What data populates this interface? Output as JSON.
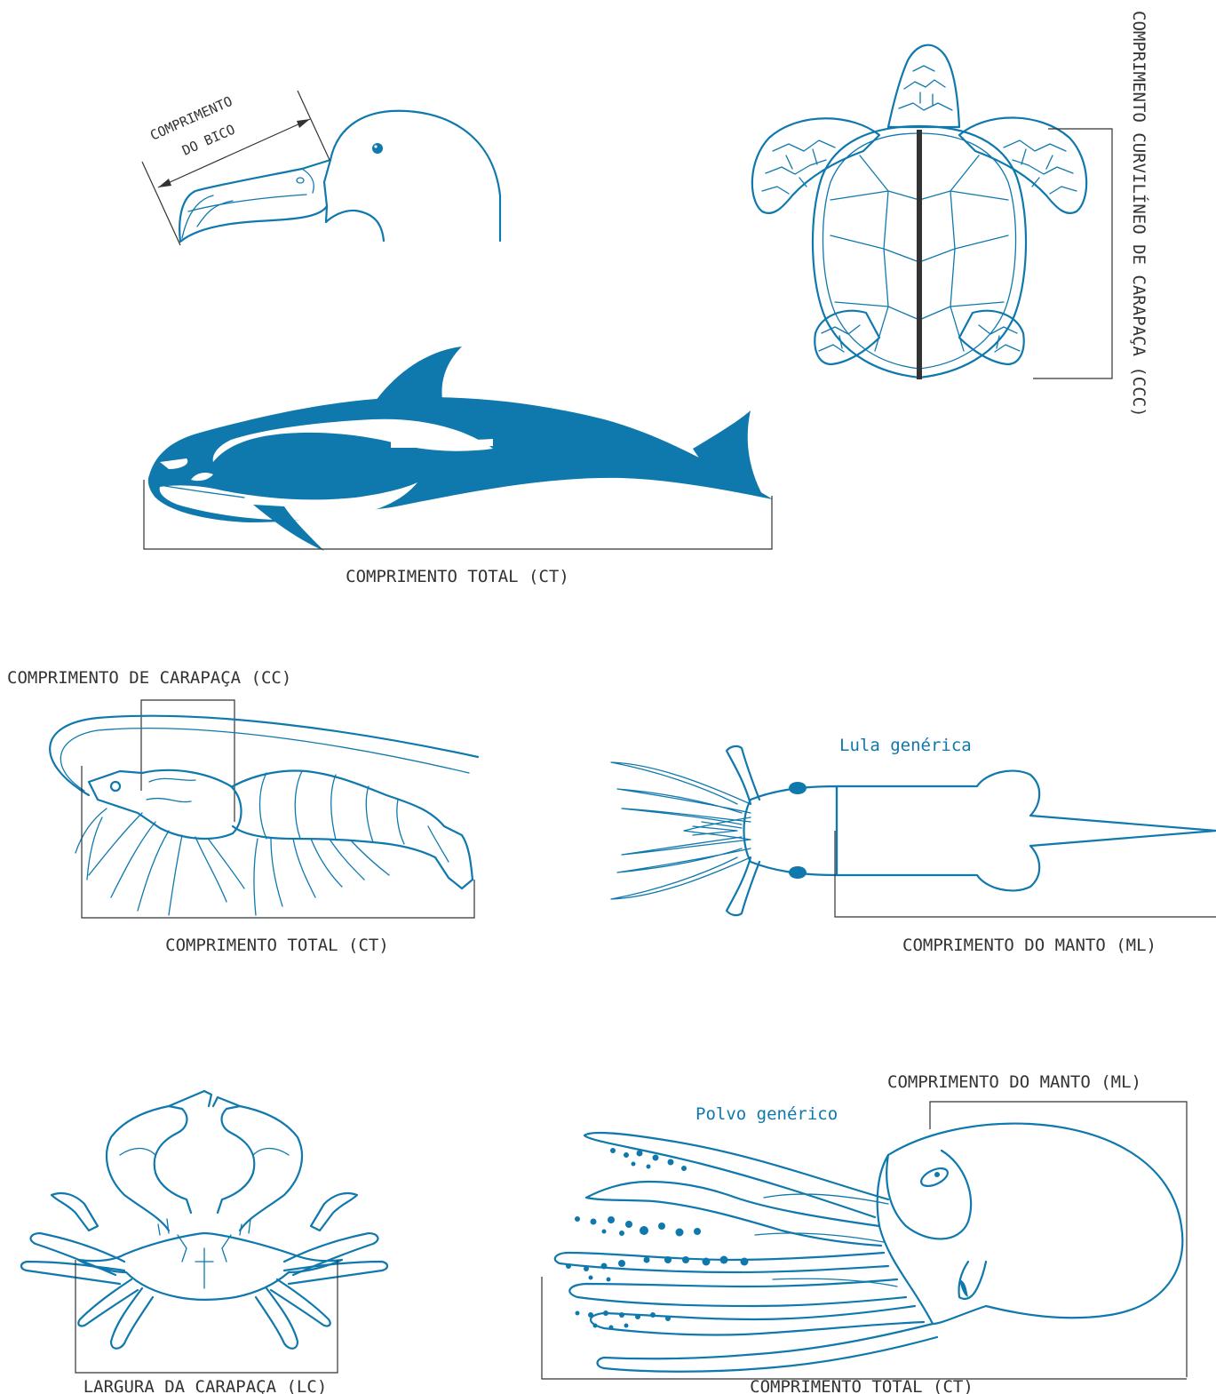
{
  "labels": {
    "bico_line1": "COMPRIMENTO",
    "bico_line2": "DO BICO",
    "turtle_ccc": "COMPRIMENTO CURVILÍNEO DE CARAPAÇA (CCC)",
    "dolphin_ct": "COMPRIMENTO TOTAL (CT)",
    "shrimp_cc": "COMPRIMENTO DE CARAPAÇA (CC)",
    "shrimp_ct": "COMPRIMENTO TOTAL (CT)",
    "squid_name": "Lula genérica",
    "squid_ml": "COMPRIMENTO DO MANTO (ML)",
    "crab_lc": "LARGURA DA CARAPAÇA (LC)",
    "octopus_ml": "COMPRIMENTO DO MANTO (ML)",
    "octopus_name": "Polvo genérico",
    "octopus_ct": "COMPRIMENTO TOTAL (CT)"
  },
  "colors": {
    "accent": "#0f78ad",
    "line": "#333333",
    "background": "#ffffff"
  }
}
